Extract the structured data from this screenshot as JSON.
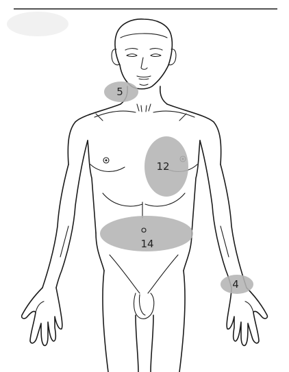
{
  "figure": {
    "subject": "anterior-body-outline",
    "colors": {
      "region_fill": "#b4b4b4",
      "outline": "#1a1a1a",
      "label_text": "#222222"
    }
  },
  "regions": [
    {
      "id": "neck",
      "label": "5"
    },
    {
      "id": "chest",
      "label": "12"
    },
    {
      "id": "abdomen",
      "label": "14"
    },
    {
      "id": "wrist",
      "label": "4"
    }
  ]
}
